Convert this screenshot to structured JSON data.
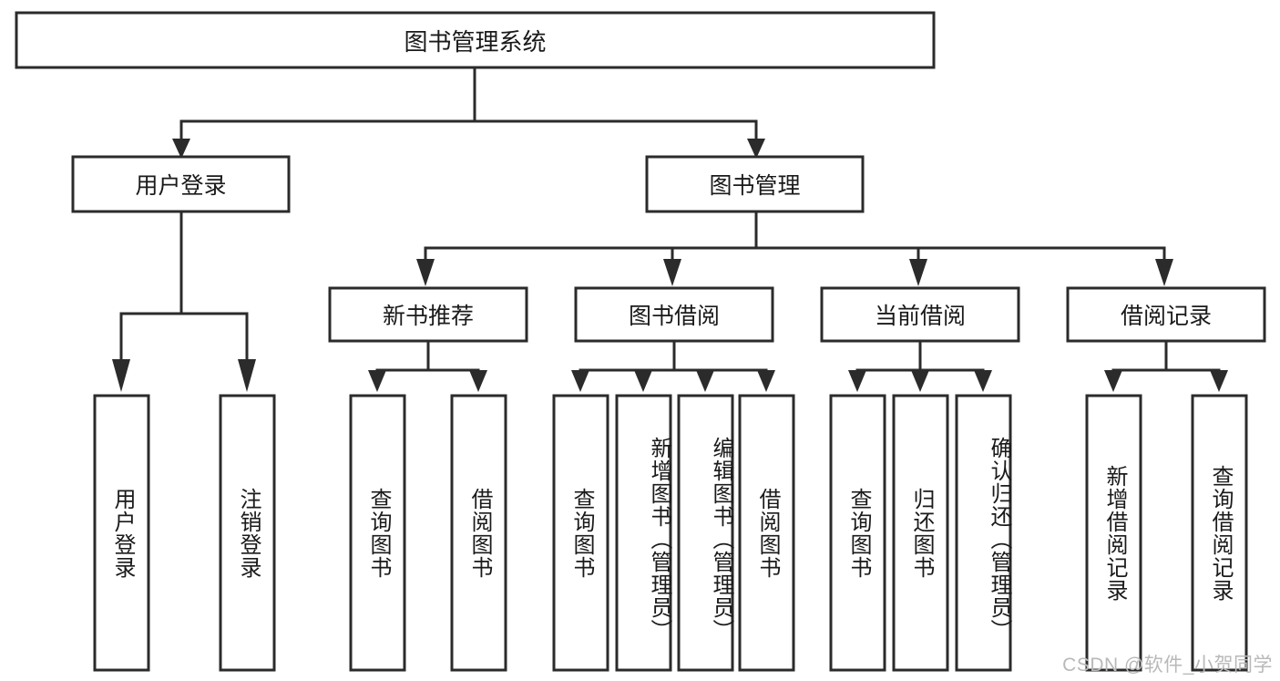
{
  "diagram": {
    "type": "tree-hierarchy",
    "title": "图书管理系统",
    "watermark": "CSDN @软件_小贺同学",
    "colors": {
      "stroke": "#2b2b2b",
      "fill": "#ffffff",
      "text": "#1a1a1a",
      "watermark": "#b9b9b9",
      "background": "#ffffff"
    },
    "levels": {
      "root": "图书管理系统",
      "level1": [
        "用户登录",
        "图书管理"
      ],
      "level2": [
        "新书推荐",
        "图书借阅",
        "当前借阅",
        "借阅记录"
      ]
    },
    "nodes": {
      "root": {
        "label": "图书管理系统",
        "orientation": "horizontal"
      },
      "n_user_login": {
        "label": "用户登录",
        "orientation": "horizontal"
      },
      "n_book_mgmt": {
        "label": "图书管理",
        "orientation": "horizontal"
      },
      "n_new_book": {
        "label": "新书推荐",
        "orientation": "horizontal"
      },
      "n_borrow": {
        "label": "图书借阅",
        "orientation": "horizontal"
      },
      "n_current": {
        "label": "当前借阅",
        "orientation": "horizontal"
      },
      "n_record": {
        "label": "借阅记录",
        "orientation": "horizontal"
      },
      "l_user_login": {
        "label": "用户登录",
        "orientation": "vertical"
      },
      "l_user_logout": {
        "label": "注销登录",
        "orientation": "vertical"
      },
      "l_query_book_a": {
        "label": "查询图书",
        "orientation": "vertical"
      },
      "l_borrow_book_a": {
        "label": "借阅图书",
        "orientation": "vertical"
      },
      "l_query_book_b": {
        "label": "查询图书",
        "orientation": "vertical"
      },
      "l_add_book": {
        "label": "新增图书（管理员）",
        "orientation": "vertical"
      },
      "l_edit_book": {
        "label": "编辑图书（管理员）",
        "orientation": "vertical"
      },
      "l_borrow_book_b": {
        "label": "借阅图书",
        "orientation": "vertical"
      },
      "l_query_book_c": {
        "label": "查询图书",
        "orientation": "vertical"
      },
      "l_return_book": {
        "label": "归还图书",
        "orientation": "vertical"
      },
      "l_confirm_return": {
        "label": "确认归还（管理员）",
        "orientation": "vertical"
      },
      "l_add_record": {
        "label": "新增借阅记录",
        "orientation": "vertical"
      },
      "l_query_record": {
        "label": "查询借阅记录",
        "orientation": "vertical"
      }
    },
    "edges": [
      {
        "from": "root",
        "to": "n_user_login"
      },
      {
        "from": "root",
        "to": "n_book_mgmt"
      },
      {
        "from": "n_user_login",
        "to": "l_user_login"
      },
      {
        "from": "n_user_login",
        "to": "l_user_logout"
      },
      {
        "from": "n_book_mgmt",
        "to": "n_new_book"
      },
      {
        "from": "n_book_mgmt",
        "to": "n_borrow"
      },
      {
        "from": "n_book_mgmt",
        "to": "n_current"
      },
      {
        "from": "n_book_mgmt",
        "to": "n_record"
      },
      {
        "from": "n_new_book",
        "to": "l_query_book_a"
      },
      {
        "from": "n_new_book",
        "to": "l_borrow_book_a"
      },
      {
        "from": "n_borrow",
        "to": "l_query_book_b"
      },
      {
        "from": "n_borrow",
        "to": "l_add_book"
      },
      {
        "from": "n_borrow",
        "to": "l_edit_book"
      },
      {
        "from": "n_borrow",
        "to": "l_borrow_book_b"
      },
      {
        "from": "n_current",
        "to": "l_query_book_c"
      },
      {
        "from": "n_current",
        "to": "l_return_book"
      },
      {
        "from": "n_current",
        "to": "l_confirm_return"
      },
      {
        "from": "n_record",
        "to": "l_add_record"
      },
      {
        "from": "n_record",
        "to": "l_query_record"
      }
    ]
  }
}
